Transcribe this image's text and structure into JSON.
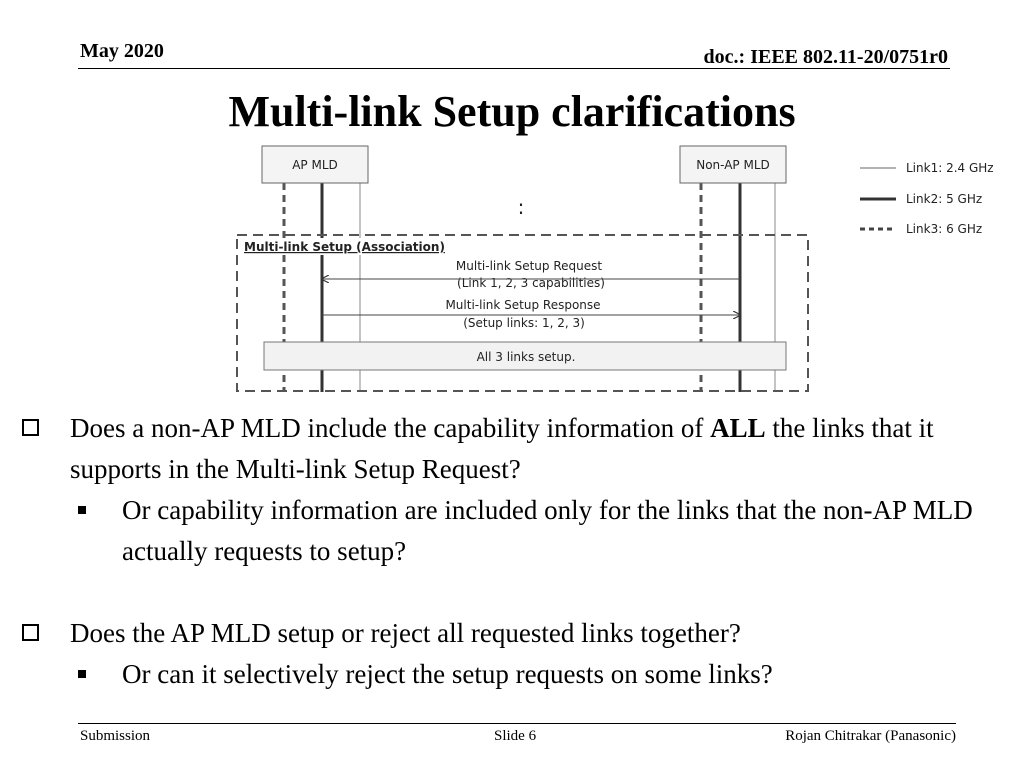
{
  "header": {
    "date": "May 2020",
    "doc_id": "doc.: IEEE 802.11-20/0751r0"
  },
  "title": "Multi-link Setup clarifications",
  "diagram": {
    "ap_label": "AP MLD",
    "nonap_label": "Non-AP MLD",
    "ellipsis": ":",
    "frame_label": "Multi-link Setup (Association)",
    "request_line1": "Multi-link Setup Request",
    "request_line2": "(Link 1, 2, 3 capabilities)",
    "response_line1": "Multi-link Setup Response",
    "response_line2": "(Setup links: 1, 2, 3)",
    "setup_done": "All 3 links setup.",
    "legend": [
      {
        "label": "Link1: 2.4 GHz",
        "style": "thin"
      },
      {
        "label": "Link2: 5 GHz",
        "style": "thick"
      },
      {
        "label": "Link3: 6 GHz",
        "style": "dashed"
      }
    ]
  },
  "bullets": {
    "q1_text_before": "Does a non-AP MLD include the capability information of ",
    "q1_bold": "ALL",
    "q1_text_after": " the links that it supports in the Multi-link Setup Request?",
    "q1_sub": "Or capability information are included only for the links that the non-AP MLD actually requests to setup?",
    "q2_text": "Does the AP MLD setup or reject all requested links together?",
    "q2_sub": "Or can it selectively reject the setup requests on some links?"
  },
  "footer": {
    "left": "Submission",
    "center": "Slide 6",
    "right": "Rojan Chitrakar (Panasonic)"
  }
}
